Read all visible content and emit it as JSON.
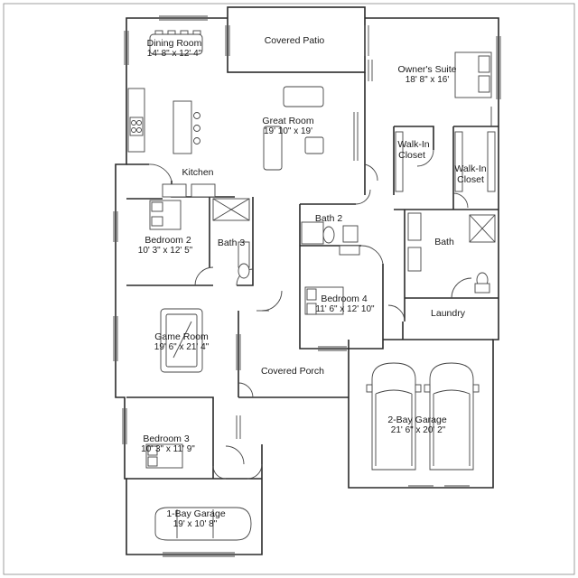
{
  "rooms": {
    "dining": {
      "name": "Dining Room",
      "dim": "14' 8\" x 12' 4\""
    },
    "patio": {
      "name": "Covered Patio"
    },
    "owners": {
      "name": "Owner's Suite",
      "dim": "18' 8\" x 16'"
    },
    "great": {
      "name": "Great Room",
      "dim": "19' 10\" x 19'"
    },
    "kitchen": {
      "name": "Kitchen"
    },
    "walkin1": {
      "line1": "Walk-In",
      "line2": "Closet"
    },
    "walkin2": {
      "line1": "Walk-In",
      "line2": "Closet"
    },
    "bath2": {
      "name": "Bath 2"
    },
    "bed2": {
      "name": "Bedroom 2",
      "dim": "10' 3\" x 12' 5\""
    },
    "bath3": {
      "name": "Bath 3"
    },
    "bath": {
      "name": "Bath"
    },
    "bed4": {
      "name": "Bedroom 4",
      "dim": "11' 6\" x 12' 10\""
    },
    "laundry": {
      "name": "Laundry"
    },
    "game": {
      "name": "Game Room",
      "dim": "19' 6\" x 21' 4\""
    },
    "porch": {
      "name": "Covered Porch"
    },
    "garage2": {
      "name": "2-Bay Garage",
      "dim": "21' 6\" x 20' 2\""
    },
    "bed3": {
      "name": "Bedroom 3",
      "dim": "10' 3\" x 11' 9\""
    },
    "garage1": {
      "name": "1-Bay Garage",
      "dim": "19' x 10' 8\""
    }
  }
}
